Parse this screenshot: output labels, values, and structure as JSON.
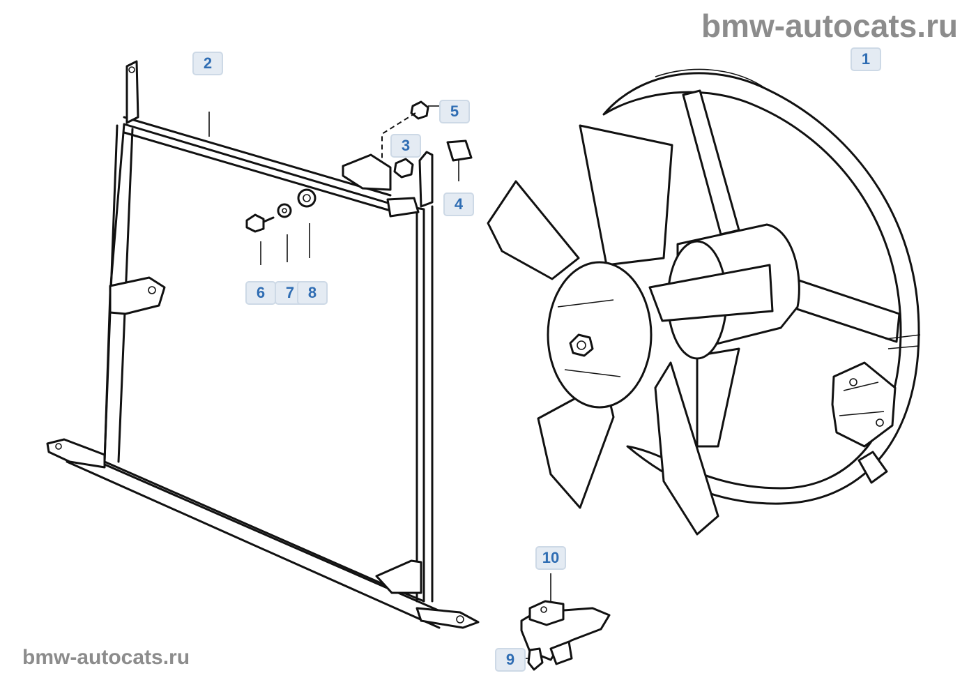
{
  "watermark_top": "bmw-autocats.ru",
  "watermark_bottom": "bmw-autocats.ru",
  "callouts": [
    "1",
    "2",
    "3",
    "4",
    "5",
    "6",
    "7",
    "8",
    "9",
    "10"
  ],
  "colors": {
    "callout_text": "#2f6db3",
    "callout_bg": "#e4ebf3",
    "watermark": "#8c8c8c"
  }
}
